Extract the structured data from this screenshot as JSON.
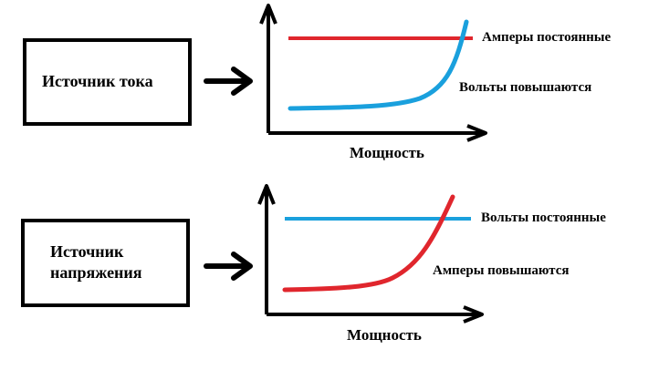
{
  "current_source": {
    "box_label": "Источник тока",
    "flat_line_label": "Амперы постоянные",
    "rising_curve_label": "Вольты повышаются",
    "x_axis_label": "Мощность",
    "flat_line_color": "#e0262d",
    "rising_curve_color": "#1aa0dd"
  },
  "voltage_source": {
    "box_label_line1": "Источник",
    "box_label_line2": "напряжения",
    "flat_line_label": "Вольты постоянные",
    "rising_curve_label": "Амперы повышаются",
    "x_axis_label": "Мощность",
    "flat_line_color": "#1aa0dd",
    "rising_curve_color": "#e0262d"
  },
  "icons": {
    "arrow": "right-arrow-icon",
    "axis": "axis-arrow-icon"
  }
}
